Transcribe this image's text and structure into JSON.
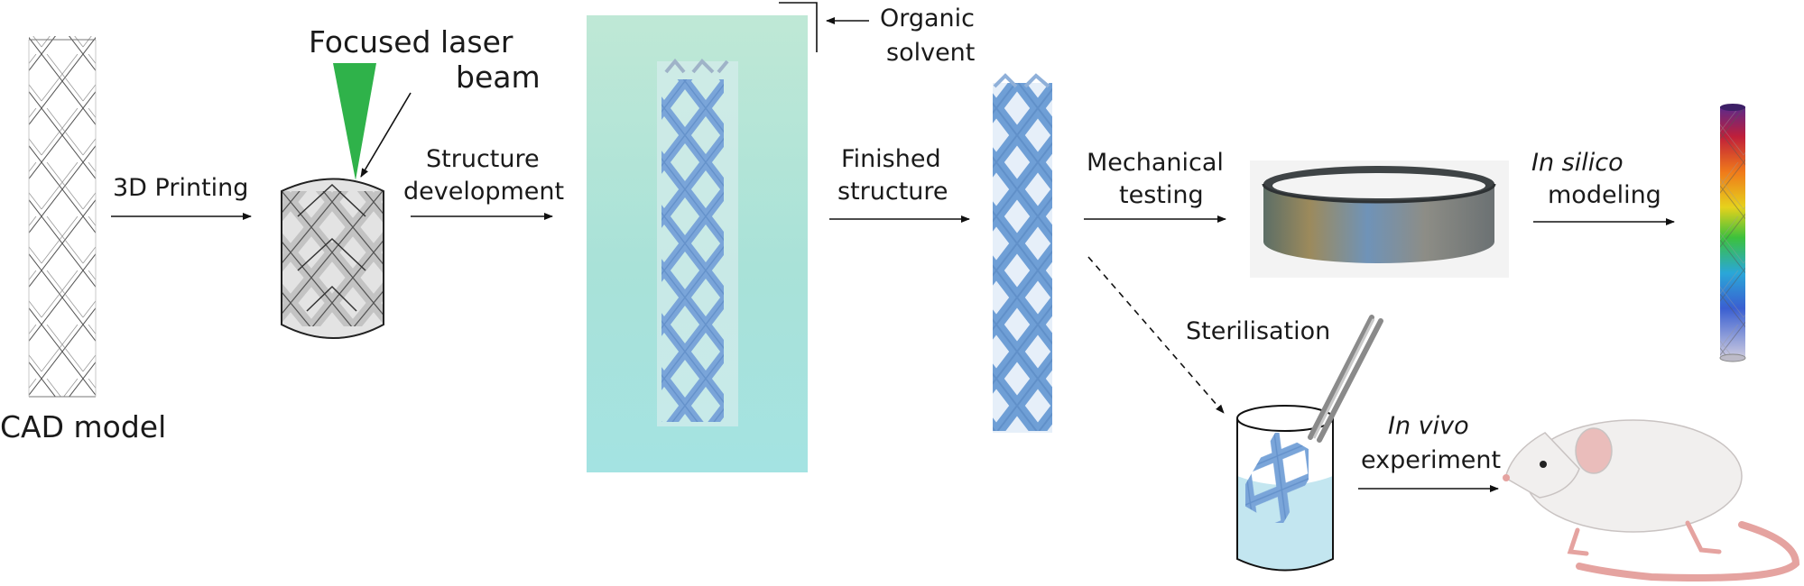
{
  "labels": {
    "cad_model": "CAD model",
    "printing": "3D Printing",
    "laser_line1": "Focused laser",
    "laser_line2": "beam",
    "development_line1": "Structure",
    "development_line2": "development",
    "solvent_line1": "Organic",
    "solvent_line2": "solvent",
    "finished_line1": "Finished",
    "finished_line2": "structure",
    "mechanical_line1": "Mechanical",
    "mechanical_line2": "testing",
    "in_silico_italic": "In silico",
    "in_silico_line2": "modeling",
    "sterilisation": "Sterilisation",
    "in_vivo_italic": "In vivo",
    "in_vivo_line2": "experiment"
  },
  "colors": {
    "laser": "#2fb24a",
    "stent_blue": "#6f9fd6",
    "solvent_bg": "#aee4da",
    "printed_grey": "#cfcfcf",
    "ring_metal": "#7f8a8f",
    "rat_body": "#f1efee",
    "rat_tail": "#e5a3a0"
  },
  "icons": [
    "cad-stent-icon",
    "printed-stent-icon",
    "laser-beam-icon",
    "developing-stent-icon",
    "finished-stent-icon",
    "ring-sample-icon",
    "rainbow-stent-icon",
    "beaker-icon",
    "tweezers-icon",
    "rat-icon"
  ]
}
